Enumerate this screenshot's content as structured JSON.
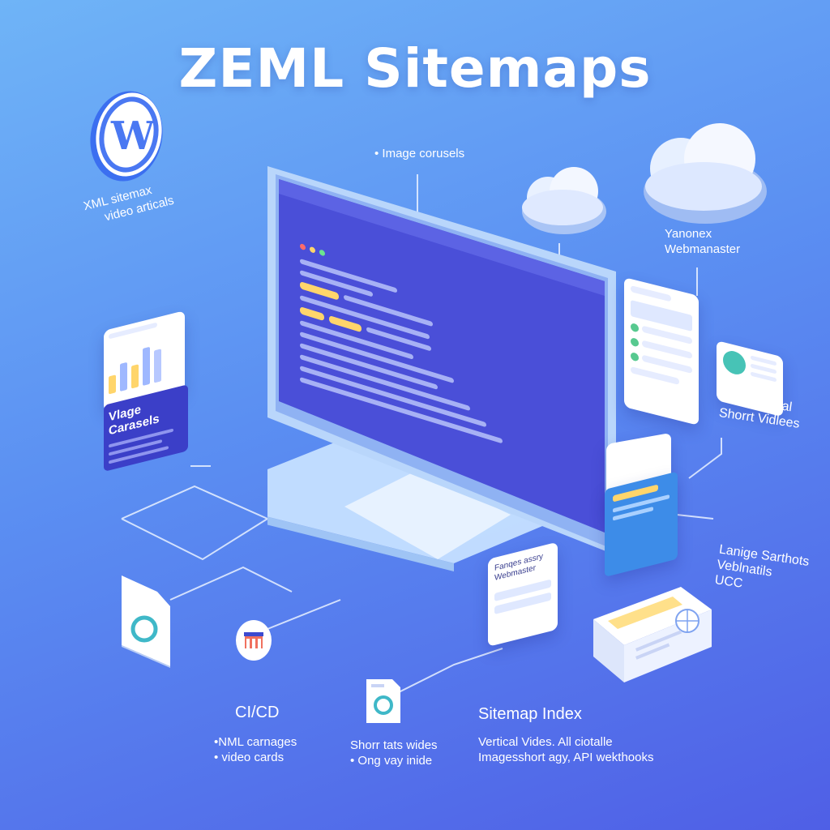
{
  "title": "ZEML Sitemaps",
  "labels": {
    "wp_caption_line1": "XML sitemax",
    "wp_caption_line2": "video articals",
    "image_carousels_top": "• Image corusels",
    "yandex_line1": "Yanonex",
    "yandex_line2": "Webmanaster",
    "left_card_title": "Vlage Carasels",
    "right_mid_line1": "Lange Vocal",
    "right_mid_line2": "Shorrt Vidlees",
    "right_low_line1": "Lanige Sarthots",
    "right_low_line2": "Veblnatils",
    "right_low_line3": "UCC",
    "cicd": "CI/CD",
    "cicd_sub1": "•NML carnages",
    "cicd_sub2": "• video cards",
    "shorts_sub1": "Shorr tats wides",
    "shorts_sub2": "• Ong vay inide",
    "sitemap_index": "Sitemap Index",
    "sitemap_sub1": "Vertical Vides. All ciotalle",
    "sitemap_sub2": "Imagesshort agy, API wekthooks",
    "small_card_line1": "Fanqes assry",
    "small_card_line2": "Webmaster"
  },
  "colors": {
    "background_top": "#6fb4f7",
    "background_bottom": "#4f5fe6",
    "screen": "#4a4fd8",
    "accent_yellow": "#ffd56b"
  },
  "icons": {
    "wordpress": "wordpress-logo",
    "clouds": "cloud-icon",
    "store": "store-icon",
    "document": "document-icon"
  }
}
